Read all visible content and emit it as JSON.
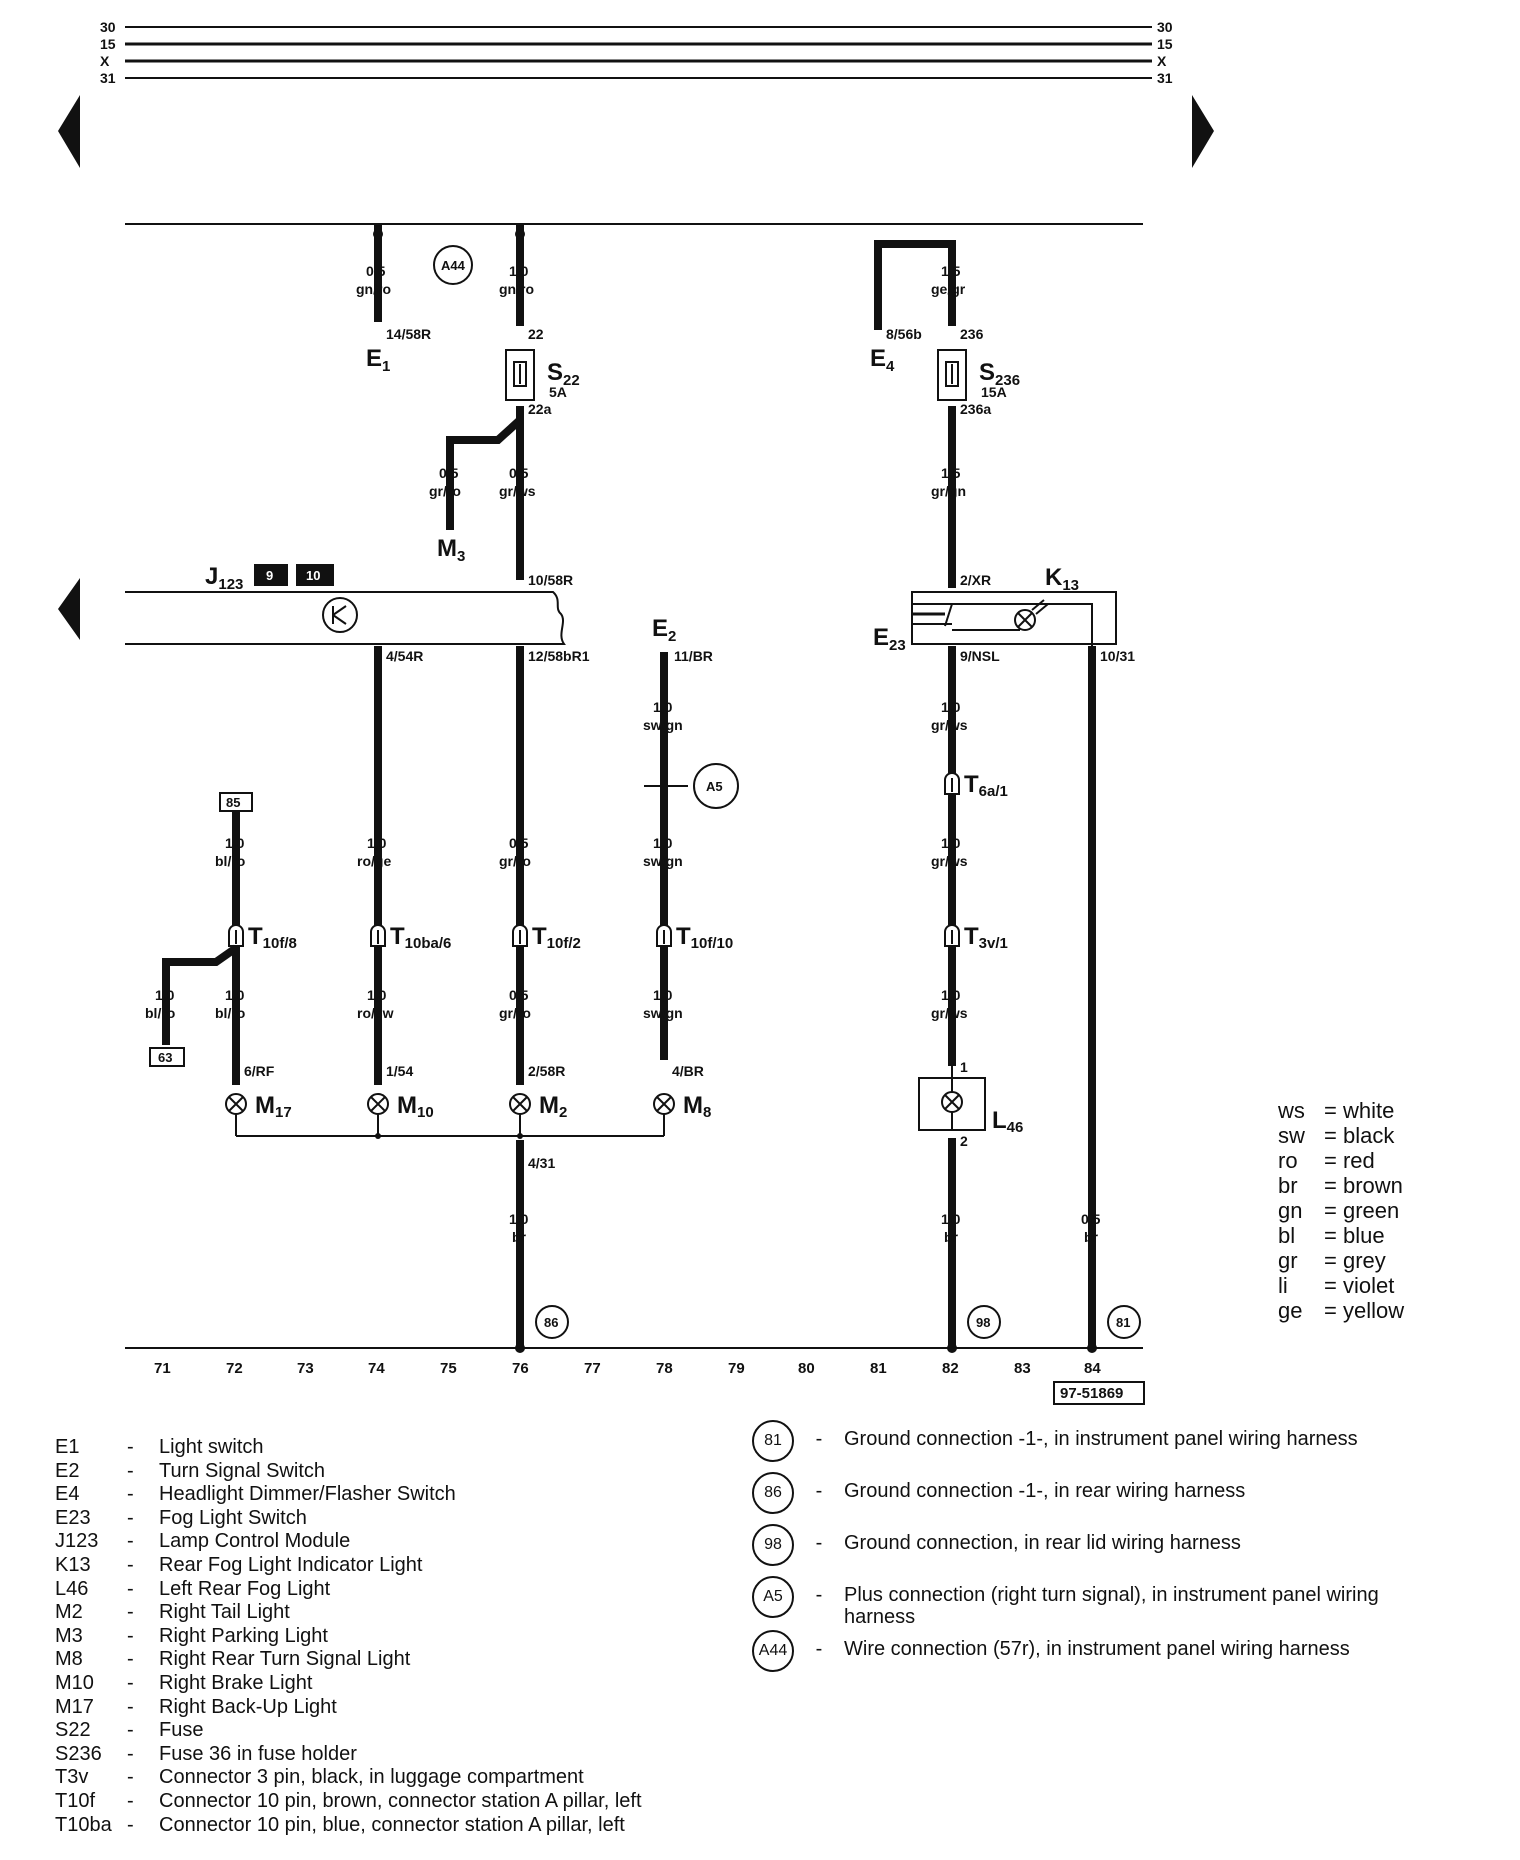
{
  "rails": {
    "left": [
      "30",
      "15",
      "X",
      "31"
    ],
    "right": [
      "30",
      "15",
      "X",
      "31"
    ]
  },
  "wires": {
    "w1_size": "0,5",
    "w1_color": "gn/ro",
    "w2_size": "1,0",
    "w2_color": "gn/ro",
    "w3_size": "1,5",
    "w3_color": "ge/gr",
    "w4_size": "0,5",
    "w4_color": "gr/ro",
    "w5_size": "0,5",
    "w5_color": "gr/ws",
    "w6_size": "1,5",
    "w6_color": "gr/gn",
    "w7_size": "1,0",
    "w7_color": "sw/gn",
    "w8_size": "1,0",
    "w8_color": "gr/ws",
    "w9_size": "1,0",
    "w9_color": "bl/ro",
    "w10_size": "1,0",
    "w10_color": "ro/ge",
    "w11_size": "0,5",
    "w11_color": "gr/ro",
    "w12_size": "1,0",
    "w12_color": "sw/gn",
    "w13_size": "1,0",
    "w13_color": "gr/ws",
    "w14_size": "1,0",
    "w14_color": "bl/ro",
    "w15_size": "1,0",
    "w15_color": "bl/ro",
    "w16_size": "1,0",
    "w16_color": "ro/sw",
    "w17_size": "0,5",
    "w17_color": "gr/ro",
    "w18_size": "1,0",
    "w18_color": "sw/gn",
    "w19_size": "1,0",
    "w19_color": "gr/ws",
    "w20_size": "1,0",
    "w20_color": "br",
    "w21_size": "1,0",
    "w21_color": "br",
    "w22_size": "0,5",
    "w22_color": "br"
  },
  "pins": {
    "p_14_58R": "14/58R",
    "p_22": "22",
    "p_22a": "22a",
    "p_8_56b": "8/56b",
    "p_236": "236",
    "p_236a": "236a",
    "p_10_58R": "10/58R",
    "p_2_XR": "2/XR",
    "p_4_54R": "4/54R",
    "p_12_58bR1": "12/58bR1",
    "p_11_BR": "11/BR",
    "p_9_NSL": "9/NSL",
    "p_10_31": "10/31",
    "p_6_RF": "6/RF",
    "p_1_54": "1/54",
    "p_2_58R": "2/58R",
    "p_4_BR": "4/BR",
    "p_1": "1",
    "p_2": "2",
    "p_4_31": "4/31"
  },
  "components": {
    "E1": {
      "main": "E",
      "sub": "1"
    },
    "E4": {
      "main": "E",
      "sub": "4"
    },
    "S22": {
      "main": "S",
      "sub": "22",
      "rating": "5A"
    },
    "S236": {
      "main": "S",
      "sub": "236",
      "rating": "15A"
    },
    "M3": {
      "main": "M",
      "sub": "3"
    },
    "J123": {
      "main": "J",
      "sub": "123",
      "box1": "9",
      "box2": "10"
    },
    "E2": {
      "main": "E",
      "sub": "2"
    },
    "K13": {
      "main": "K",
      "sub": "13"
    },
    "E23": {
      "main": "E",
      "sub": "23"
    },
    "M17": {
      "main": "M",
      "sub": "17"
    },
    "M10": {
      "main": "M",
      "sub": "10"
    },
    "M2": {
      "main": "M",
      "sub": "2"
    },
    "M8": {
      "main": "M",
      "sub": "8"
    },
    "L46": {
      "main": "L",
      "sub": "46"
    },
    "T10f8": {
      "main": "T",
      "sub": "10f/8"
    },
    "T10ba6": {
      "main": "T",
      "sub": "10ba/6"
    },
    "T10f2": {
      "main": "T",
      "sub": "10f/2"
    },
    "T10f10": {
      "main": "T",
      "sub": "10f/10"
    },
    "T6a1": {
      "main": "T",
      "sub": "6a/1"
    },
    "T3v1": {
      "main": "T",
      "sub": "3v/1"
    }
  },
  "refs": {
    "ref85": "85",
    "ref63": "63",
    "A44": "A44",
    "A5": "A5",
    "g86": "86",
    "g98": "98",
    "g81": "81"
  },
  "grid": [
    "71",
    "72",
    "73",
    "74",
    "75",
    "76",
    "77",
    "78",
    "79",
    "80",
    "81",
    "82",
    "83",
    "84"
  ],
  "diagram_id": "97-51869",
  "color_key": [
    {
      "ab": "ws",
      "name": "= white"
    },
    {
      "ab": "sw",
      "name": "= black"
    },
    {
      "ab": "ro",
      "name": "= red"
    },
    {
      "ab": "br",
      "name": "= brown"
    },
    {
      "ab": "gn",
      "name": "= green"
    },
    {
      "ab": "bl",
      "name": "= blue"
    },
    {
      "ab": "gr",
      "name": "= grey"
    },
    {
      "ab": "li",
      "name": "= violet"
    },
    {
      "ab": "ge",
      "name": "= yellow"
    }
  ],
  "legend_left": [
    {
      "code": "E1",
      "desc": "Light switch"
    },
    {
      "code": "E2",
      "desc": "Turn Signal Switch"
    },
    {
      "code": "E4",
      "desc": "Headlight Dimmer/Flasher Switch"
    },
    {
      "code": "E23",
      "desc": "Fog Light Switch"
    },
    {
      "code": "J123",
      "desc": "Lamp Control Module"
    },
    {
      "code": "K13",
      "desc": "Rear Fog Light Indicator Light"
    },
    {
      "code": "L46",
      "desc": "Left Rear Fog Light"
    },
    {
      "code": "M2",
      "desc": "Right Tail Light"
    },
    {
      "code": "M3",
      "desc": "Right Parking Light"
    },
    {
      "code": "M8",
      "desc": "Right Rear Turn Signal Light"
    },
    {
      "code": "M10",
      "desc": "Right Brake Light"
    },
    {
      "code": "M17",
      "desc": "Right Back-Up Light"
    },
    {
      "code": "S22",
      "desc": "Fuse"
    },
    {
      "code": "S236",
      "desc": "Fuse 36 in fuse holder"
    },
    {
      "code": "T3v",
      "desc": "Connector 3 pin, black, in luggage compartment"
    },
    {
      "code": "T10f",
      "desc": "Connector 10 pin, brown, connector station A pillar, left"
    },
    {
      "code": "T10ba",
      "desc": "Connector 10 pin, blue, connector station A pillar, left"
    }
  ],
  "legend_dash": "-",
  "legend_right": [
    {
      "badge": "81",
      "desc": "Ground connection -1-, in instrument panel wiring harness"
    },
    {
      "badge": "86",
      "desc": "Ground connection -1-, in rear wiring harness"
    },
    {
      "badge": "98",
      "desc": "Ground connection, in rear lid wiring harness"
    },
    {
      "badge": "A5",
      "desc": "Plus connection (right turn signal), in instrument panel wiring harness"
    },
    {
      "badge": "A44",
      "desc": "Wire connection (57r), in instrument panel wiring harness"
    }
  ]
}
